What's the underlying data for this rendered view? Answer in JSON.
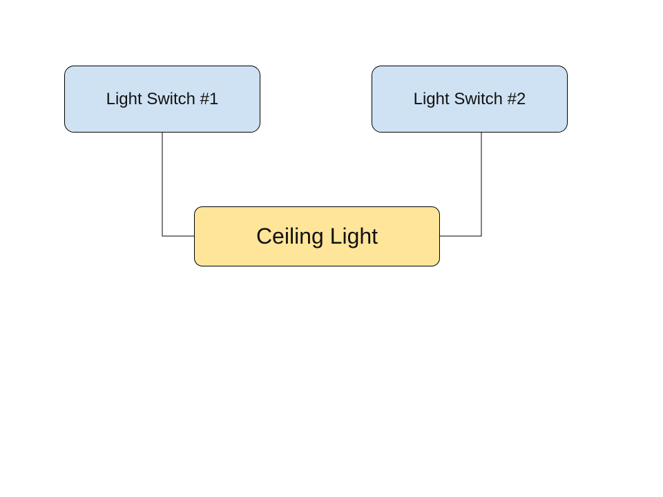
{
  "diagram": {
    "nodes": {
      "switch_1": {
        "label": "Light Switch #1",
        "fill": "#cfe2f3"
      },
      "switch_2": {
        "label": "Light Switch #2",
        "fill": "#cfe2f3"
      },
      "ceiling_light": {
        "label": "Ceiling Light",
        "fill": "#ffe599"
      }
    },
    "edges": [
      {
        "from": "Light Switch #1",
        "to": "Ceiling Light"
      },
      {
        "from": "Light Switch #2",
        "to": "Ceiling Light"
      }
    ],
    "line_color": "#000000",
    "background": "#ffffff"
  }
}
